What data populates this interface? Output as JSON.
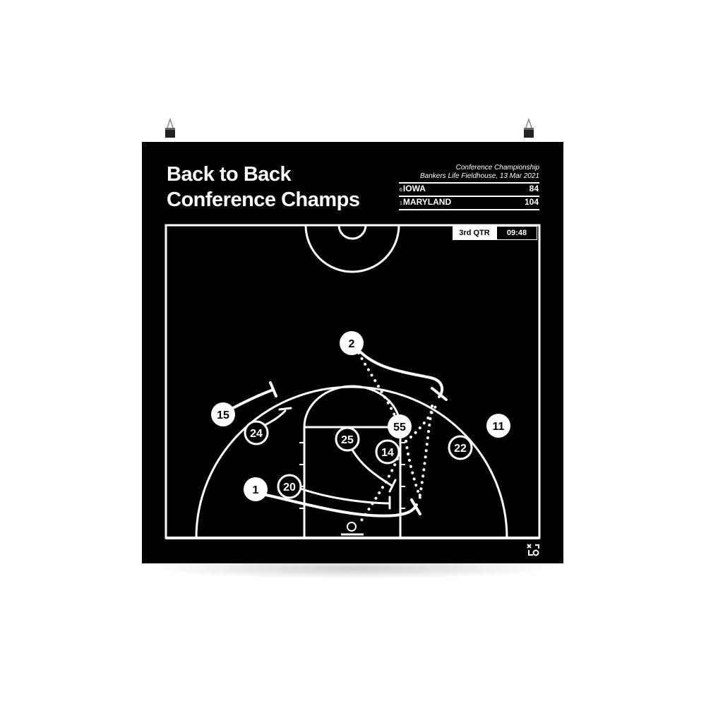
{
  "title": {
    "line1": "Back to Back",
    "line2": "Conference Champs"
  },
  "game": {
    "event": "Conference Championship",
    "venue": "Bankers Life Fieldhouse, 13 Mar 2021"
  },
  "teams": [
    {
      "seed": "6",
      "name": "IOWA",
      "score": "84"
    },
    {
      "seed": "1",
      "name": "MARYLAND",
      "score": "104"
    }
  ],
  "clock": {
    "quarter": "3rd QTR",
    "time": "09:48"
  },
  "offense_players": [
    "2",
    "15",
    "1",
    "55",
    "11"
  ],
  "defense_players": [
    "24",
    "25",
    "14",
    "20",
    "22"
  ],
  "logo": "x-o-icon"
}
